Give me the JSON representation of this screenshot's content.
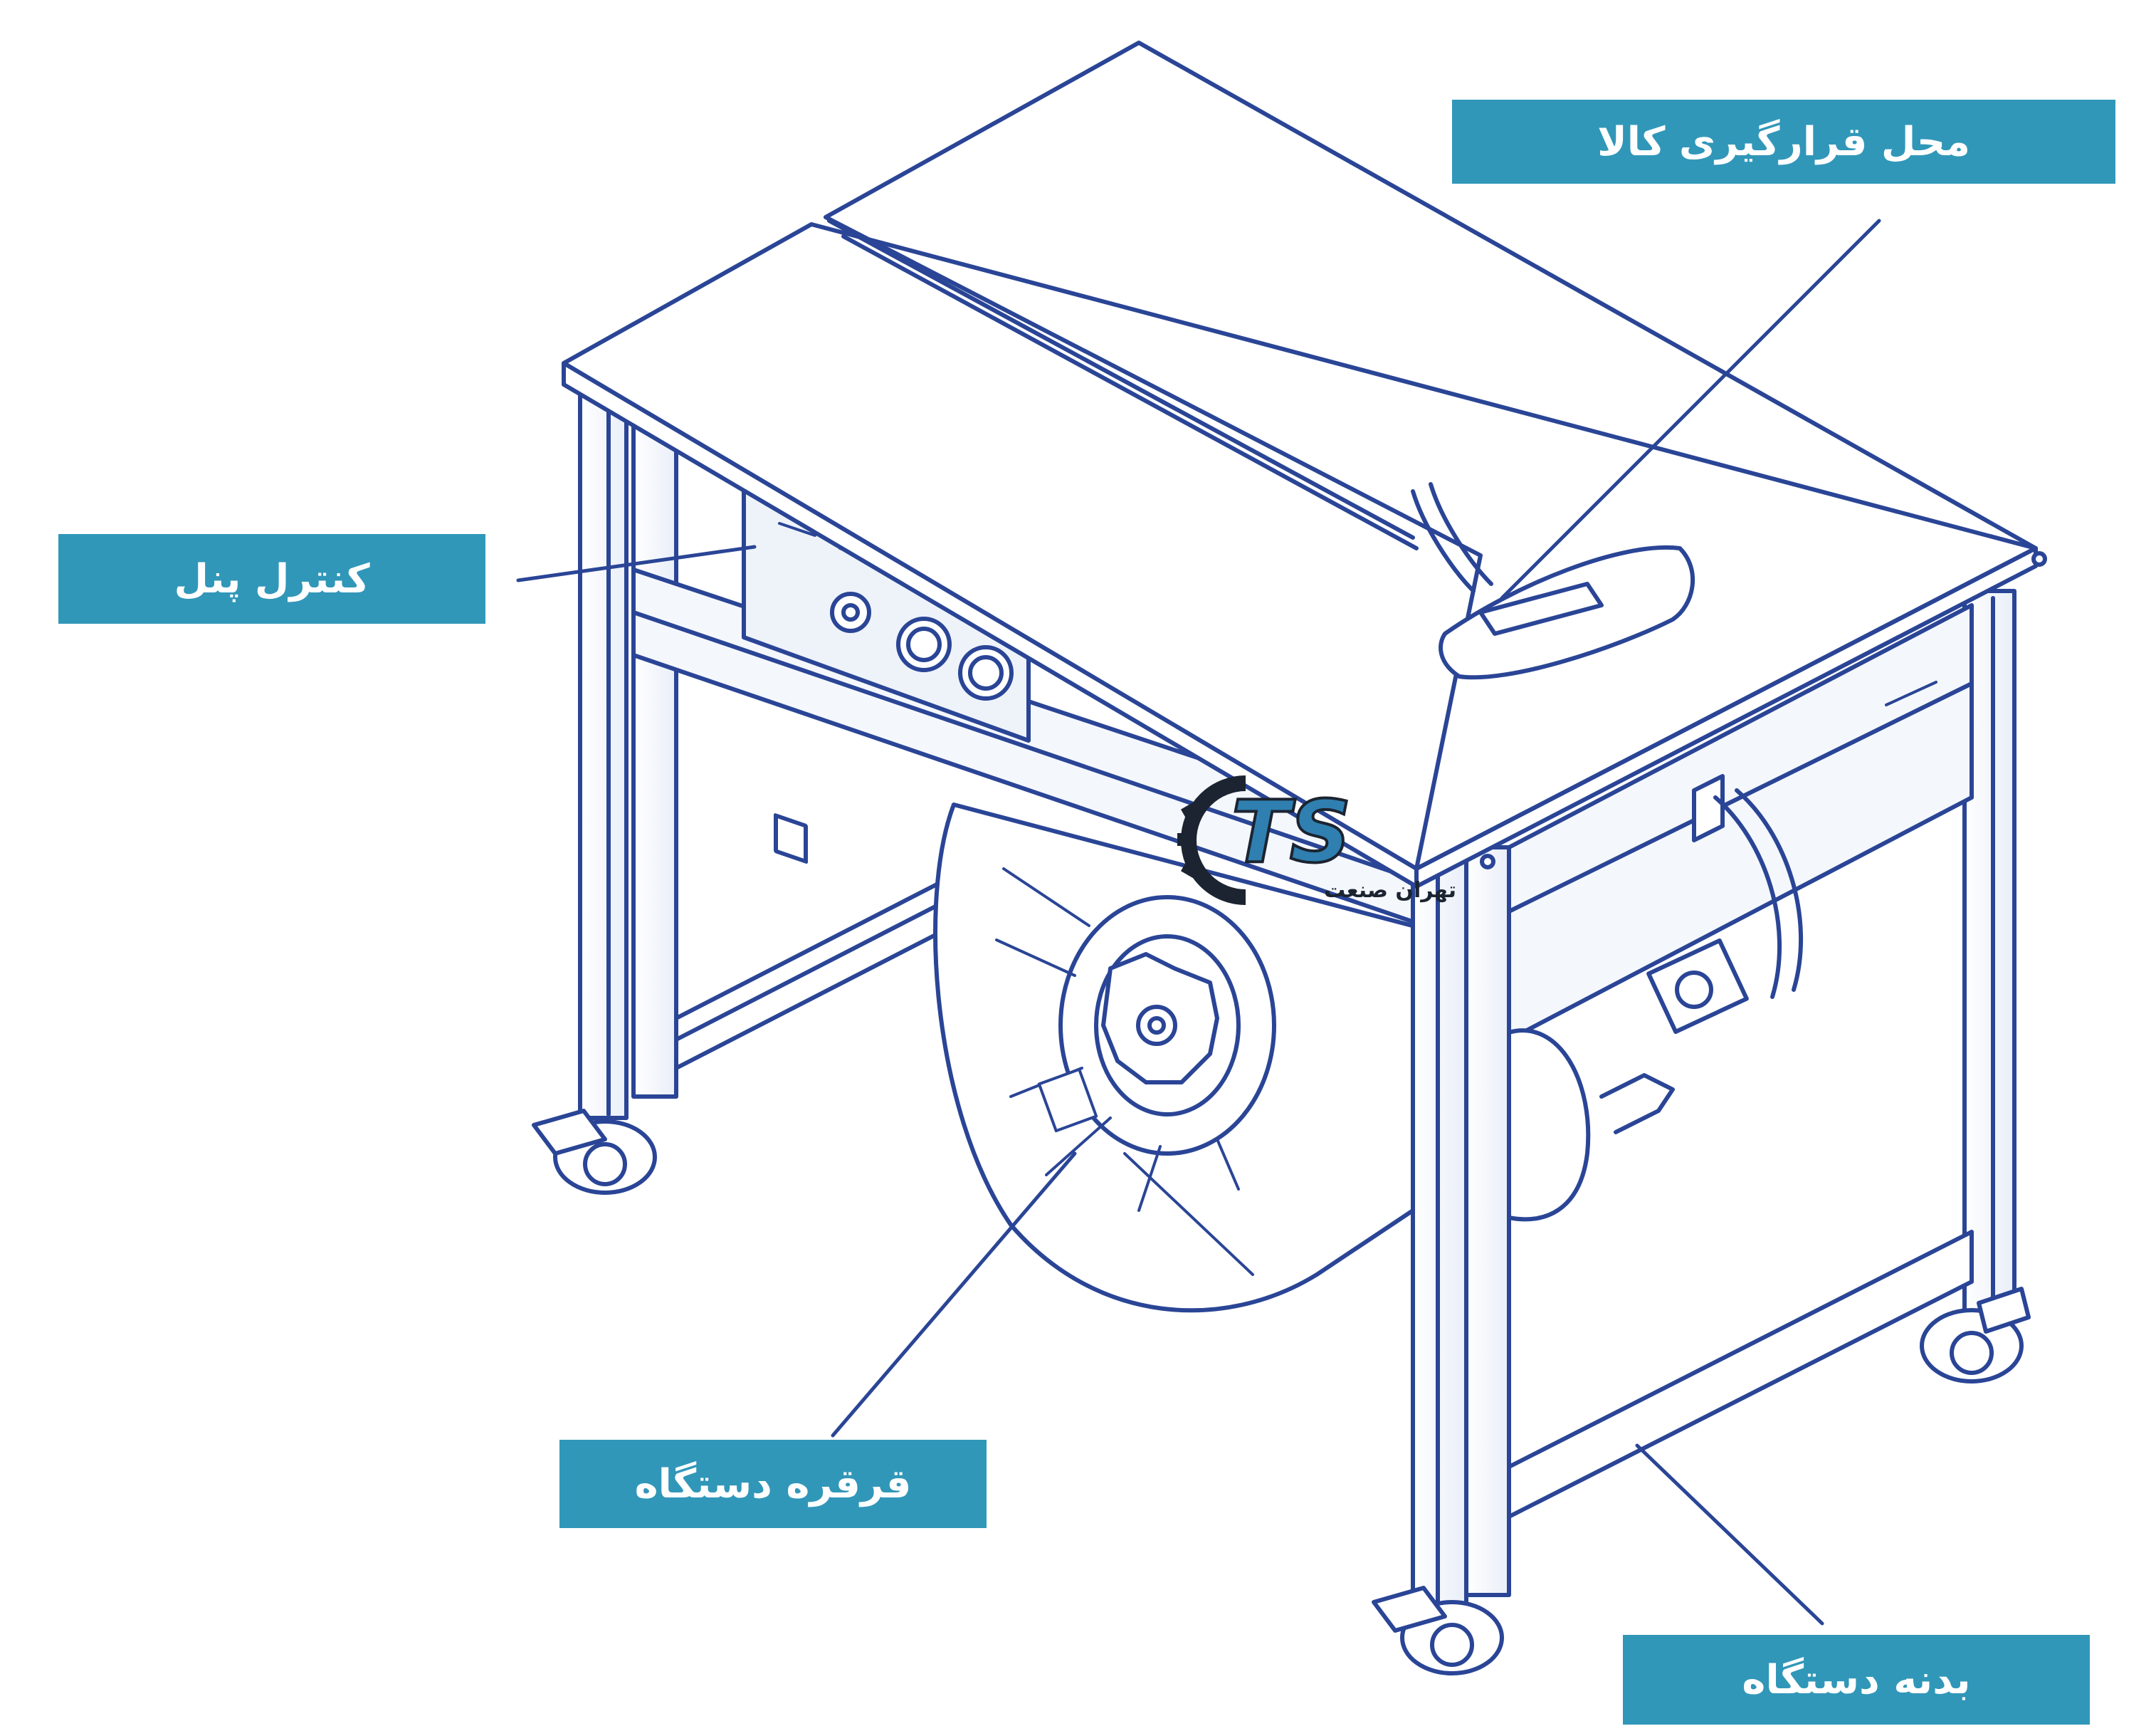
{
  "labels": {
    "loading_area": "محل قرارگیری کالا",
    "control_panel": "کنترل پنل",
    "machine_reel": "قرقره دستگاه",
    "machine_body": "بدنه دستگاه"
  },
  "logo": {
    "mark": "TS",
    "name": "تهران صنعت"
  },
  "colors": {
    "callout_background": "#3197b9",
    "callout_text": "#ffffff",
    "line_drawing": "#2a4596",
    "panel_fill": "#eef3fa",
    "logo_dark": "#1b2430",
    "logo_accent": "#2f7fb1"
  }
}
